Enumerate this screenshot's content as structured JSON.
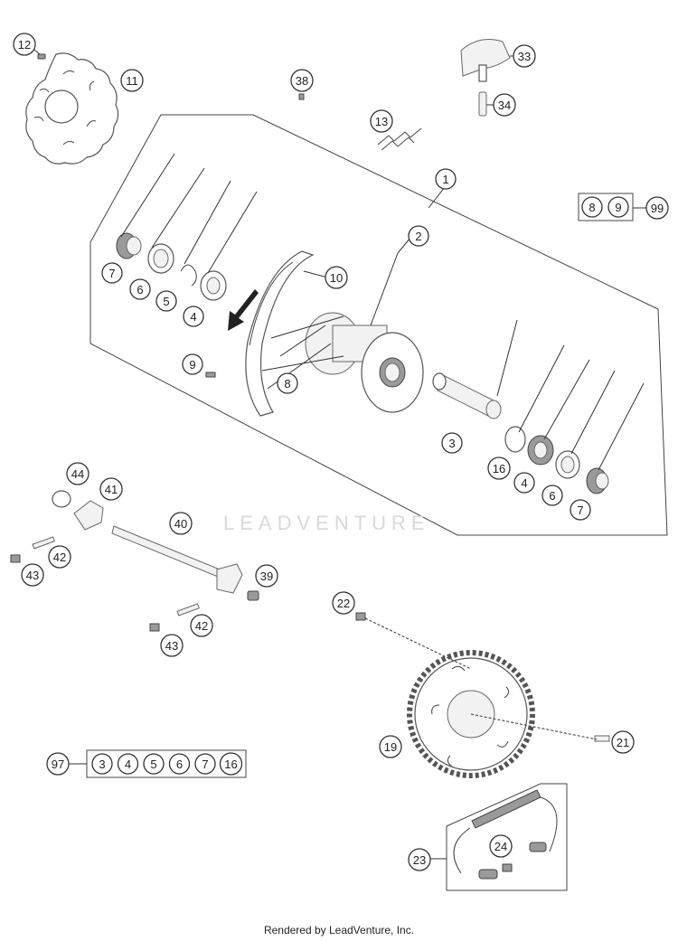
{
  "callouts": [
    {
      "id": "c12",
      "label": "12"
    },
    {
      "id": "c11",
      "label": "11"
    },
    {
      "id": "c38",
      "label": "38"
    },
    {
      "id": "c33",
      "label": "33"
    },
    {
      "id": "c34",
      "label": "34"
    },
    {
      "id": "c13",
      "label": "13"
    },
    {
      "id": "c1",
      "label": "1"
    },
    {
      "id": "c2",
      "label": "2"
    },
    {
      "id": "c10",
      "label": "10"
    },
    {
      "id": "c7a",
      "label": "7"
    },
    {
      "id": "c6a",
      "label": "6"
    },
    {
      "id": "c5",
      "label": "5"
    },
    {
      "id": "c4a",
      "label": "4"
    },
    {
      "id": "c9",
      "label": "9"
    },
    {
      "id": "c8",
      "label": "8"
    },
    {
      "id": "c3",
      "label": "3"
    },
    {
      "id": "c16",
      "label": "16"
    },
    {
      "id": "c4b",
      "label": "4"
    },
    {
      "id": "c6b",
      "label": "6"
    },
    {
      "id": "c7b",
      "label": "7"
    },
    {
      "id": "c44",
      "label": "44"
    },
    {
      "id": "c41",
      "label": "41"
    },
    {
      "id": "c40",
      "label": "40"
    },
    {
      "id": "c42a",
      "label": "42"
    },
    {
      "id": "c43a",
      "label": "43"
    },
    {
      "id": "c39",
      "label": "39"
    },
    {
      "id": "c42b",
      "label": "42"
    },
    {
      "id": "c43b",
      "label": "43"
    },
    {
      "id": "c22",
      "label": "22"
    },
    {
      "id": "c19",
      "label": "19"
    },
    {
      "id": "c21",
      "label": "21"
    },
    {
      "id": "c23",
      "label": "23"
    },
    {
      "id": "c24",
      "label": "24"
    }
  ],
  "group_99": {
    "items": [
      "8",
      "9"
    ],
    "result": "99"
  },
  "group_97": {
    "result": "97",
    "items": [
      "3",
      "4",
      "5",
      "6",
      "7",
      "16"
    ]
  },
  "watermark": "LEADVENTURE",
  "footer": "Rendered by LeadVenture, Inc."
}
